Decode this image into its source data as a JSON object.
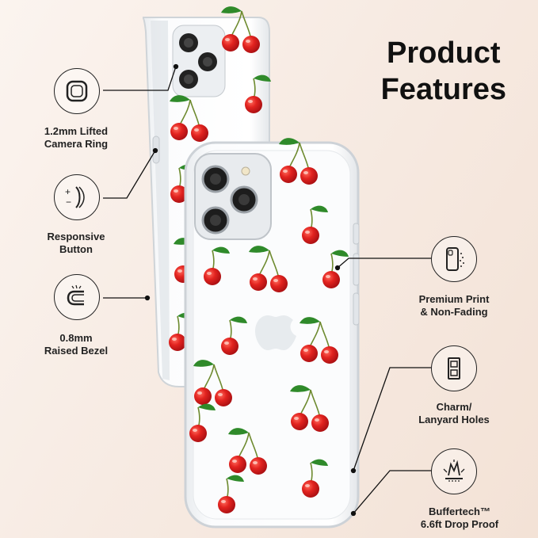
{
  "title": {
    "line1": "Product",
    "line2": "Features"
  },
  "features": {
    "camera_ring": {
      "line1": "1.2mm Lifted",
      "line2": "Camera Ring"
    },
    "button": {
      "line1": "Responsive",
      "line2": "Button"
    },
    "bezel": {
      "line1": "0.8mm",
      "line2": "Raised Bezel"
    },
    "print": {
      "line1": "Premium Print",
      "line2": "& Non-Fading"
    },
    "charm": {
      "line1": "Charm/",
      "line2": "Lanyard Holes"
    },
    "drop": {
      "line1": "Buffertech™",
      "line2": "6.6ft Drop Proof"
    }
  },
  "colors": {
    "cherry": "#d8191f",
    "leaf": "#2f8a2a",
    "stem": "#6d8a2e",
    "case": "#f4f6f8",
    "line": "#111111"
  },
  "icons": [
    "camera-ring-icon",
    "button-icon",
    "bezel-icon",
    "phone-print-icon",
    "lanyard-hole-icon",
    "drop-proof-icon"
  ]
}
